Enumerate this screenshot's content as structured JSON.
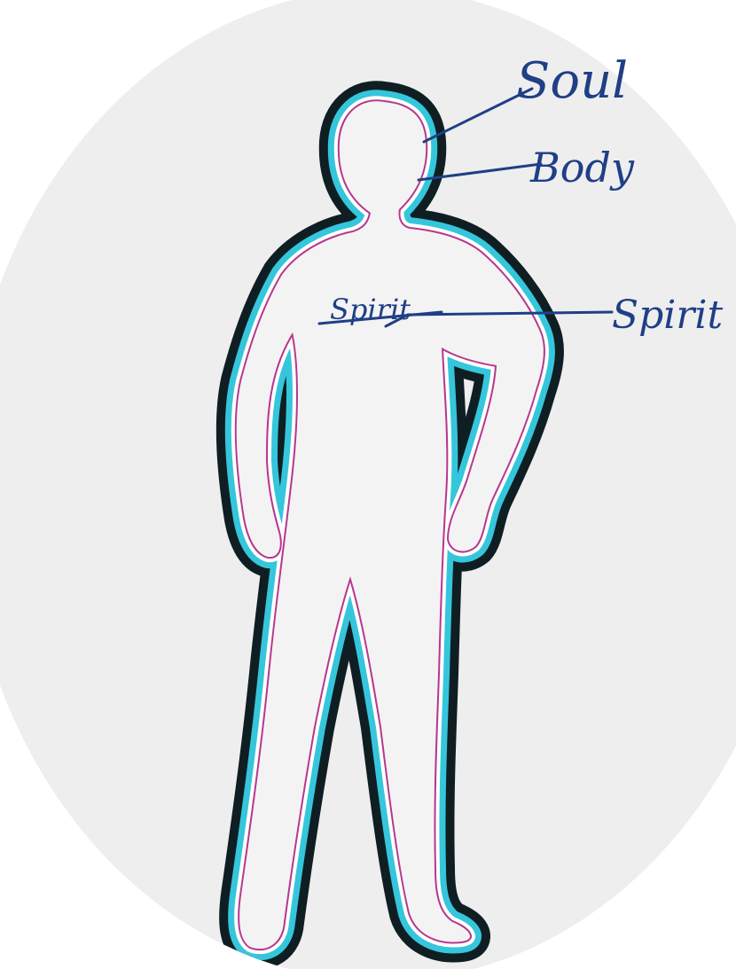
{
  "labels": {
    "soul": "Soul",
    "body": "Body",
    "spirit_outer": "Spirit",
    "spirit_inner": "Spirit"
  },
  "colors": {
    "paper": "#eeeeee",
    "background": "#ffffff",
    "body_outline": "#0f1e22",
    "soul_layer": "#35c6dc",
    "spirit_layer": "#b8368f",
    "ink": "#1f3f86"
  }
}
